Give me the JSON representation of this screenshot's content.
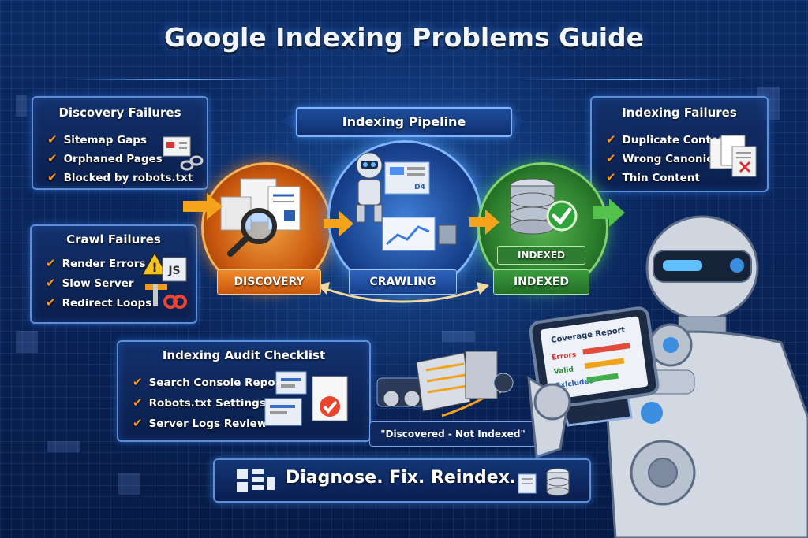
{
  "title": "Google Indexing Problems Guide",
  "pipeline": {
    "ribbon": "Indexing Pipeline",
    "stages": [
      {
        "label": "DISCOVERY",
        "color": "#e0701c"
      },
      {
        "label": "CRAWLING",
        "color": "#1f4f9e"
      },
      {
        "label": "INDEXED",
        "color": "#2f8a36"
      }
    ],
    "db_badge": "INDEXED",
    "screen_tag": "D4"
  },
  "panels": {
    "discovery": {
      "title": "Discovery Failures",
      "items": [
        "Sitemap Gaps",
        "Orphaned Pages",
        "Blocked by robots.txt"
      ]
    },
    "crawl": {
      "title": "Crawl Failures",
      "items": [
        "Render Errors",
        "Slow Server",
        "Redirect Loops"
      ],
      "js_tag": "JS"
    },
    "indexing": {
      "title": "Indexing Failures",
      "items": [
        "Duplicate Content",
        "Wrong Canonical",
        "Thin Content"
      ]
    },
    "audit": {
      "title": "Indexing Audit Checklist",
      "items": [
        "Search Console Reports",
        "Robots.txt Settings",
        "Server Logs Review"
      ]
    }
  },
  "quote": "\"Discovered - Not Indexed\"",
  "tablet": {
    "title": "Coverage Report",
    "rows": [
      "Errors",
      "Valid",
      "Exlcluded"
    ]
  },
  "footer": "Diagnose. Fix. Reindex.",
  "colors": {
    "accent": "#ff9a1f",
    "discovery": "#e0701c",
    "indexed": "#2f8a36",
    "navy": "#0a2457"
  }
}
